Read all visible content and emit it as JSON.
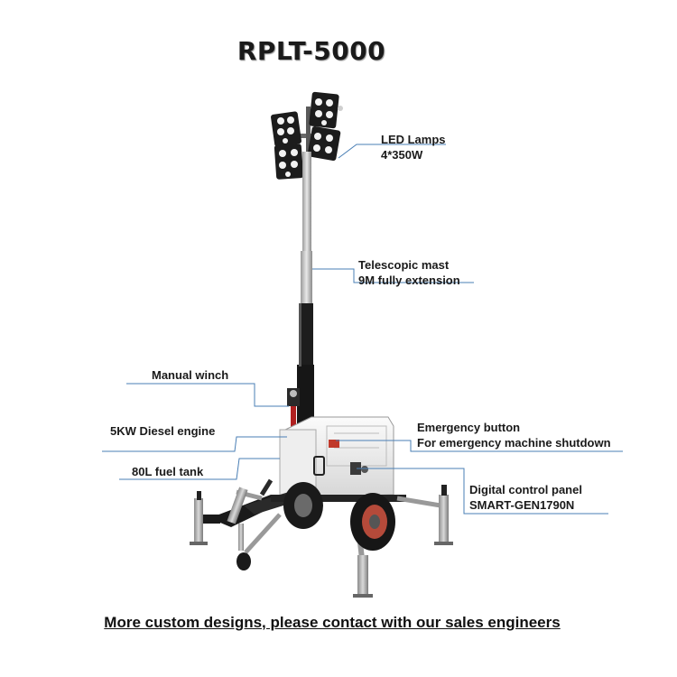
{
  "title": "RPLT-5000",
  "callouts": {
    "led_lamps": {
      "line1": "LED Lamps",
      "line2": "4*350W"
    },
    "telescopic_mast": {
      "line1": "Telescopic mast",
      "line2": "9M fully extension"
    },
    "manual_winch": {
      "line1": "Manual winch"
    },
    "diesel_engine": {
      "line1": "5KW Diesel engine"
    },
    "fuel_tank": {
      "line1": "80L fuel tank"
    },
    "emergency_button": {
      "line1": "Emergency button",
      "line2": "For emergency machine shutdown"
    },
    "control_panel": {
      "line1": "Digital control panel",
      "line2": "SMART-GEN1790N"
    }
  },
  "footer": "More custom designs, please contact with our sales engineers",
  "colors": {
    "leader": "#4a7fb5",
    "text": "#1a1a1a"
  }
}
